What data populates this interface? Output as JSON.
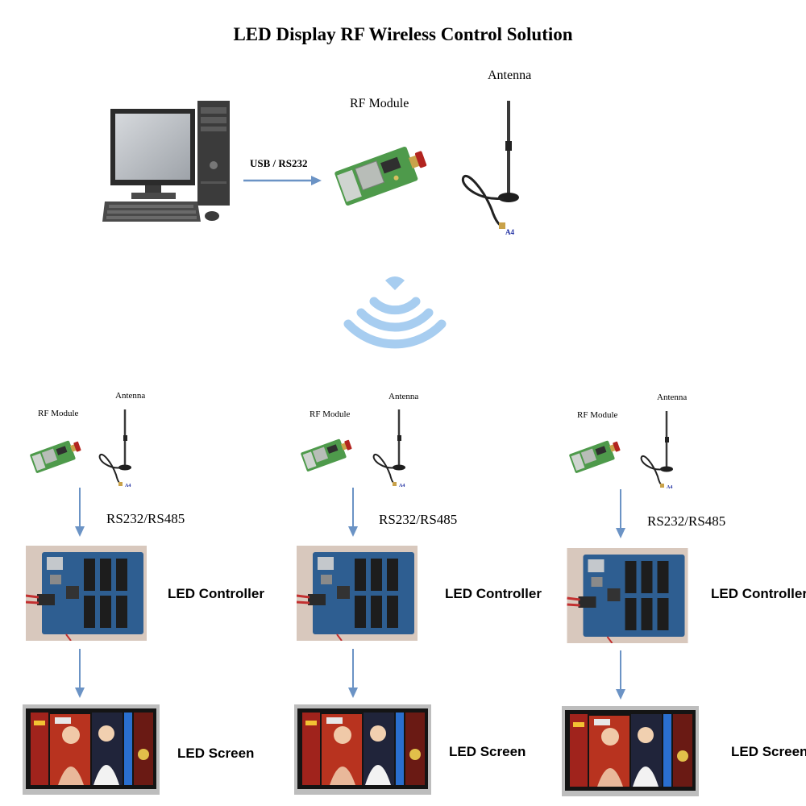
{
  "title": "LED Display RF Wireless Control Solution",
  "top": {
    "rf_module_label": "RF Module",
    "antenna_label": "Antenna",
    "link_label": "USB / RS232",
    "antenna_tag": "A4"
  },
  "receivers": [
    {
      "rf_module_label": "RF Module",
      "antenna_label": "Antenna",
      "antenna_tag": "A4",
      "interface_label": "RS232/RS485",
      "controller_label": "LED Controller",
      "screen_label": "LED Screen"
    },
    {
      "rf_module_label": "RF Module",
      "antenna_label": "Antenna",
      "antenna_tag": "A4",
      "interface_label": "RS232/RS485",
      "controller_label": "LED Controller",
      "screen_label": "LED Screen"
    },
    {
      "rf_module_label": "RF Module",
      "antenna_label": "Antenna",
      "antenna_tag": "A4",
      "interface_label": "RS232/RS485",
      "controller_label": "LED Controller",
      "screen_label": "LED Screen"
    }
  ],
  "colors": {
    "arrow": "#6b93c5",
    "wireless": "#a7cdf0",
    "pcb_green": "#4e9a4b",
    "pcb_blue": "#2e5e91"
  },
  "icons": [
    "computer-icon",
    "rf-module-icon",
    "antenna-icon",
    "wireless-signal-icon",
    "led-controller-icon",
    "led-screen-icon"
  ]
}
